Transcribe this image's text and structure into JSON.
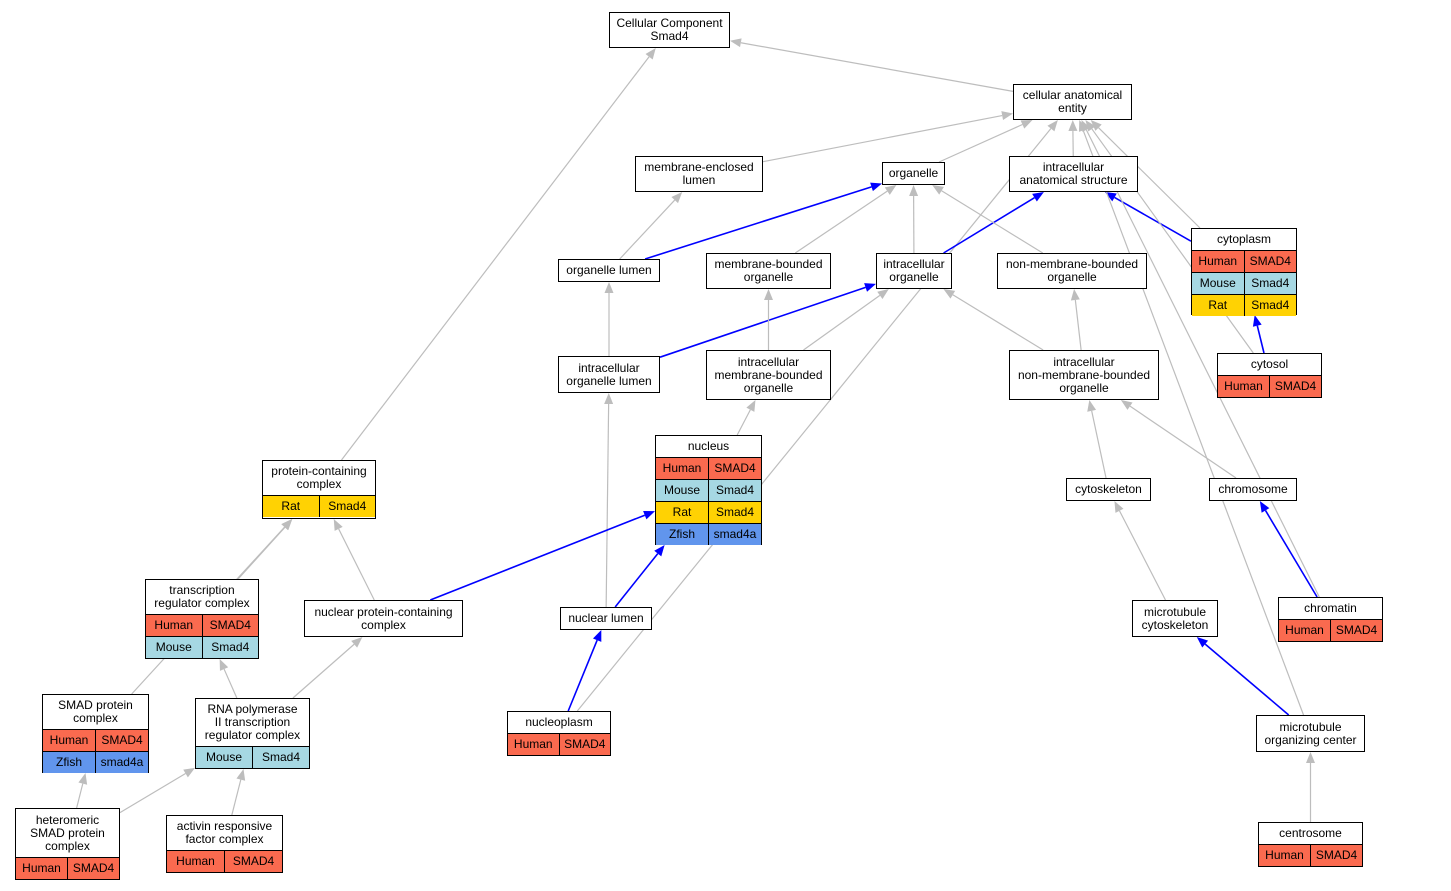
{
  "colors": {
    "Human": "#fa6a4f",
    "Mouse": "#a6d8e3",
    "Rat": "#ffd203",
    "Zfish": "#6195ed",
    "edge_gray": "#bdbdbd",
    "edge_blue": "#0000ff"
  },
  "nodes": {
    "root": {
      "label": "Cellular Component\nSmad4",
      "rows": []
    },
    "cae": {
      "label": "cellular anatomical\nentity",
      "rows": []
    },
    "mel": {
      "label": "membrane-enclosed\nlumen",
      "rows": []
    },
    "organelle": {
      "label": "organelle",
      "rows": []
    },
    "ias": {
      "label": "intracellular\nanatomical structure",
      "rows": []
    },
    "cytoplasm": {
      "label": "cytoplasm",
      "rows": [
        {
          "species": "Human",
          "gene": "SMAD4"
        },
        {
          "species": "Mouse",
          "gene": "Smad4"
        },
        {
          "species": "Rat",
          "gene": "Smad4"
        }
      ]
    },
    "olumen": {
      "label": "organelle lumen",
      "rows": []
    },
    "mbo": {
      "label": "membrane-bounded\norganelle",
      "rows": []
    },
    "io": {
      "label": "intracellular\norganelle",
      "rows": []
    },
    "nmbo": {
      "label": "non-membrane-bounded\norganelle",
      "rows": []
    },
    "iol": {
      "label": "intracellular\norganelle lumen",
      "rows": []
    },
    "imbo": {
      "label": "intracellular\nmembrane-bounded\norganelle",
      "rows": []
    },
    "inmbo": {
      "label": "intracellular\nnon-membrane-bounded\norganelle",
      "rows": []
    },
    "cytosol": {
      "label": "cytosol",
      "rows": [
        {
          "species": "Human",
          "gene": "SMAD4"
        }
      ]
    },
    "nucleus": {
      "label": "nucleus",
      "rows": [
        {
          "species": "Human",
          "gene": "SMAD4"
        },
        {
          "species": "Mouse",
          "gene": "Smad4"
        },
        {
          "species": "Rat",
          "gene": "Smad4"
        },
        {
          "species": "Zfish",
          "gene": "smad4a"
        }
      ]
    },
    "pcc": {
      "label": "protein-containing\ncomplex",
      "rows": [
        {
          "species": "Rat",
          "gene": "Smad4"
        }
      ]
    },
    "cytoskeleton": {
      "label": "cytoskeleton",
      "rows": []
    },
    "chromosome": {
      "label": "chromosome",
      "rows": []
    },
    "trc": {
      "label": "transcription\nregulator complex",
      "rows": [
        {
          "species": "Human",
          "gene": "SMAD4"
        },
        {
          "species": "Mouse",
          "gene": "Smad4"
        }
      ]
    },
    "npcc": {
      "label": "nuclear protein-containing\ncomplex",
      "rows": []
    },
    "nlumen": {
      "label": "nuclear lumen",
      "rows": []
    },
    "mtcs": {
      "label": "microtubule\ncytoskeleton",
      "rows": []
    },
    "chromatin": {
      "label": "chromatin",
      "rows": [
        {
          "species": "Human",
          "gene": "SMAD4"
        }
      ]
    },
    "smadpc": {
      "label": "SMAD protein\ncomplex",
      "rows": [
        {
          "species": "Human",
          "gene": "SMAD4"
        },
        {
          "species": "Zfish",
          "gene": "smad4a"
        }
      ]
    },
    "rnap": {
      "label": "RNA polymerase\nII transcription\nregulator complex",
      "rows": [
        {
          "species": "Mouse",
          "gene": "Smad4"
        }
      ]
    },
    "nucleoplasm": {
      "label": "nucleoplasm",
      "rows": [
        {
          "species": "Human",
          "gene": "SMAD4"
        }
      ]
    },
    "mtoc": {
      "label": "microtubule\norganizing center",
      "rows": []
    },
    "hetsmad": {
      "label": "heteromeric\nSMAD protein\ncomplex",
      "rows": [
        {
          "species": "Human",
          "gene": "SMAD4"
        }
      ]
    },
    "activin": {
      "label": "activin responsive\nfactor complex",
      "rows": [
        {
          "species": "Human",
          "gene": "SMAD4"
        }
      ]
    },
    "centrosome": {
      "label": "centrosome",
      "rows": [
        {
          "species": "Human",
          "gene": "SMAD4"
        }
      ]
    }
  },
  "edges": [
    {
      "from": "cae",
      "to": "root",
      "type": "is_a"
    },
    {
      "from": "pcc",
      "to": "root",
      "type": "is_a"
    },
    {
      "from": "mel",
      "to": "cae",
      "type": "is_a"
    },
    {
      "from": "organelle",
      "to": "cae",
      "type": "is_a"
    },
    {
      "from": "ias",
      "to": "cae",
      "type": "is_a"
    },
    {
      "from": "cytoplasm",
      "to": "cae",
      "type": "is_a"
    },
    {
      "from": "cytoplasm",
      "to": "ias",
      "type": "part_of"
    },
    {
      "from": "cytosol",
      "to": "cytoplasm",
      "type": "part_of"
    },
    {
      "from": "cytosol",
      "to": "cae",
      "type": "is_a"
    },
    {
      "from": "nucleoplasm",
      "to": "cae",
      "type": "is_a"
    },
    {
      "from": "chromatin",
      "to": "cae",
      "type": "is_a"
    },
    {
      "from": "mtoc",
      "to": "cae",
      "type": "is_a"
    },
    {
      "from": "olumen",
      "to": "mel",
      "type": "is_a"
    },
    {
      "from": "olumen",
      "to": "organelle",
      "type": "part_of"
    },
    {
      "from": "mbo",
      "to": "organelle",
      "type": "is_a"
    },
    {
      "from": "io",
      "to": "organelle",
      "type": "is_a"
    },
    {
      "from": "io",
      "to": "ias",
      "type": "part_of"
    },
    {
      "from": "nmbo",
      "to": "organelle",
      "type": "is_a"
    },
    {
      "from": "iol",
      "to": "olumen",
      "type": "is_a"
    },
    {
      "from": "iol",
      "to": "io",
      "type": "part_of"
    },
    {
      "from": "imbo",
      "to": "mbo",
      "type": "is_a"
    },
    {
      "from": "imbo",
      "to": "io",
      "type": "is_a"
    },
    {
      "from": "inmbo",
      "to": "nmbo",
      "type": "is_a"
    },
    {
      "from": "inmbo",
      "to": "io",
      "type": "is_a"
    },
    {
      "from": "nucleus",
      "to": "imbo",
      "type": "is_a"
    },
    {
      "from": "nlumen",
      "to": "iol",
      "type": "is_a"
    },
    {
      "from": "nlumen",
      "to": "nucleus",
      "type": "part_of"
    },
    {
      "from": "npcc",
      "to": "pcc",
      "type": "is_a"
    },
    {
      "from": "npcc",
      "to": "nucleus",
      "type": "part_of"
    },
    {
      "from": "trc",
      "to": "pcc",
      "type": "is_a"
    },
    {
      "from": "smadpc",
      "to": "pcc",
      "type": "is_a"
    },
    {
      "from": "rnap",
      "to": "trc",
      "type": "is_a"
    },
    {
      "from": "rnap",
      "to": "npcc",
      "type": "is_a"
    },
    {
      "from": "hetsmad",
      "to": "smadpc",
      "type": "is_a"
    },
    {
      "from": "hetsmad",
      "to": "rnap",
      "type": "is_a"
    },
    {
      "from": "activin",
      "to": "rnap",
      "type": "is_a"
    },
    {
      "from": "nucleoplasm",
      "to": "nlumen",
      "type": "part_of"
    },
    {
      "from": "cytoskeleton",
      "to": "inmbo",
      "type": "is_a"
    },
    {
      "from": "chromosome",
      "to": "inmbo",
      "type": "is_a"
    },
    {
      "from": "chromatin",
      "to": "chromosome",
      "type": "part_of"
    },
    {
      "from": "mtcs",
      "to": "cytoskeleton",
      "type": "is_a"
    },
    {
      "from": "mtoc",
      "to": "mtcs",
      "type": "part_of"
    },
    {
      "from": "centrosome",
      "to": "mtoc",
      "type": "is_a"
    }
  ]
}
